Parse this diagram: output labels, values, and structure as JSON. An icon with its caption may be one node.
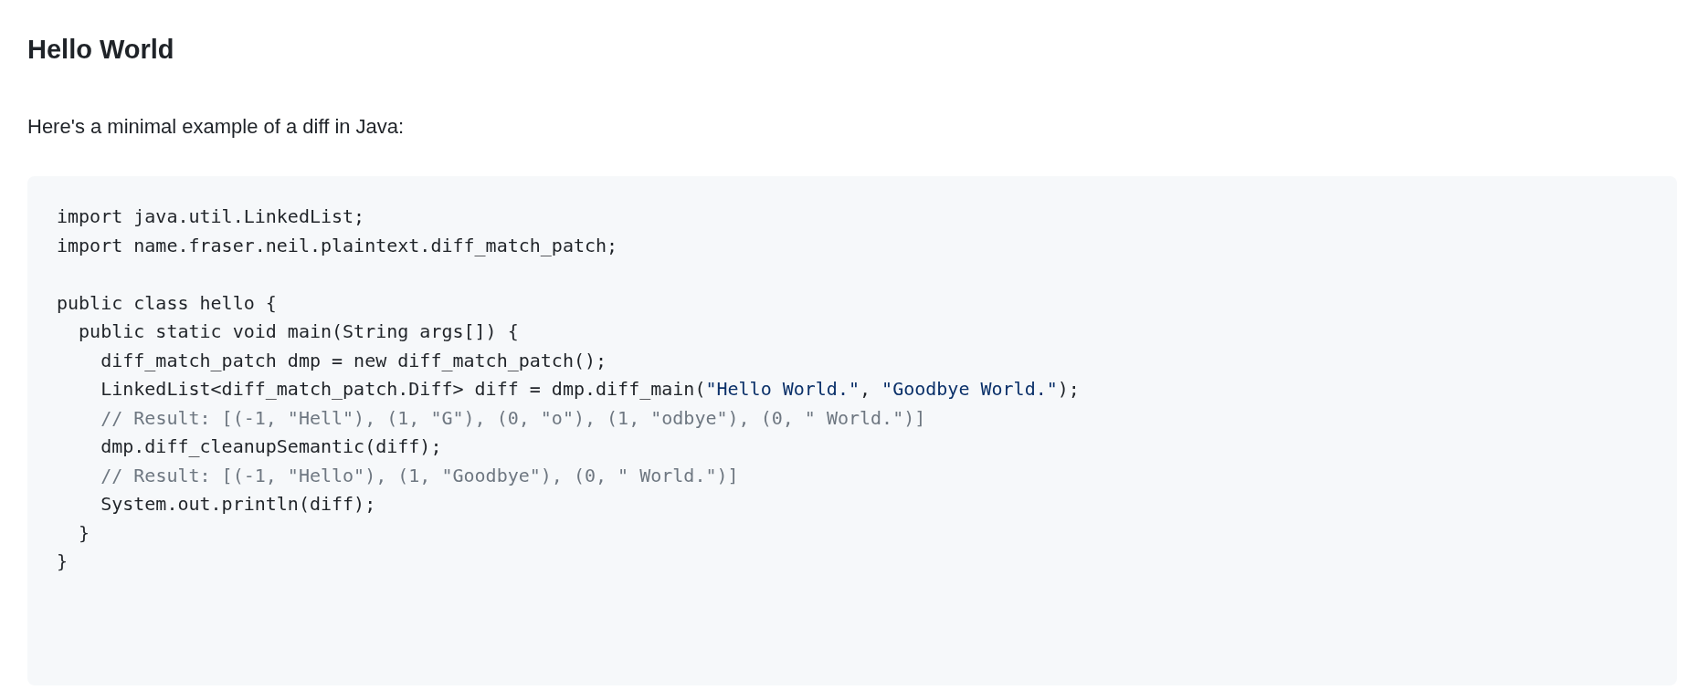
{
  "diagram": {
    "title": "Hello World",
    "labels": [
      "Here's a minimal example of a diff in Java:",
      "import java.util.LinkedList;",
      "import name.fraser.neil.plaintext.diff_match_patch;",
      "public class hello {",
      "  public static void main(String args[]) {",
      "    diff_match_patch dmp = new diff_match_patch();",
      "    LinkedList<diff_match_patch.Diff> diff = dmp.diff_main(\"Hello World.\", \"Goodbye World.\");",
      "    // Result: [(-1, \"Hell\"), (1, \"G\"), (0, \"o\"), (1, \"odbye\"), (0, \" World.\")]",
      "    dmp.diff_cleanupSemantic(diff);",
      "    // Result: [(-1, \"Hello\"), (1, \"Goodbye\"), (0, \" World.\")]",
      "    System.out.println(diff);",
      "  }",
      "}"
    ]
  }
}
